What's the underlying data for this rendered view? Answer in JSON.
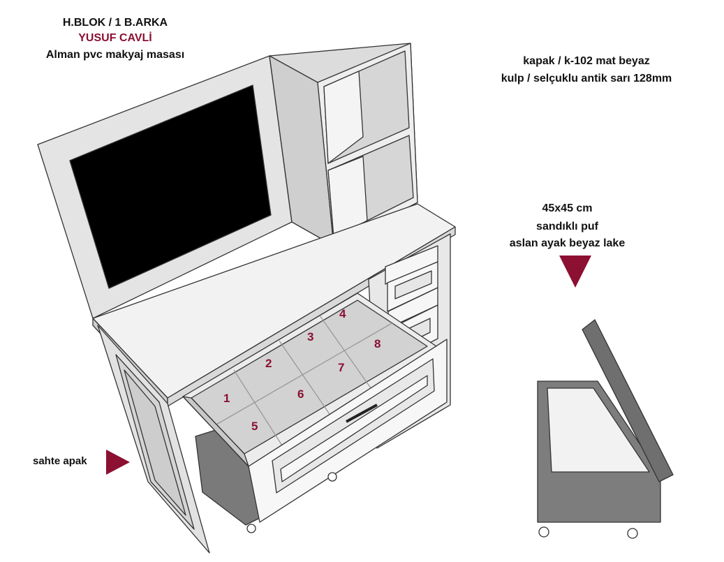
{
  "header": {
    "line1": "H.BLOK / 1 B.ARKA",
    "line2": "YUSUF CAVLİ",
    "line3": "Alman pvc makyaj masası"
  },
  "specs": {
    "line1": "kapak / k-102 mat beyaz",
    "line2": "kulp / selçuklu antik sarı 128mm"
  },
  "puf": {
    "line1": "45x45 cm",
    "line2": "sandıklı puf",
    "line3": "aslan ayak beyaz lake"
  },
  "fake_door_label": "sahte apak",
  "compartments": [
    "1",
    "2",
    "3",
    "4",
    "5",
    "6",
    "7",
    "8"
  ],
  "colors": {
    "accent": "#8b1032",
    "panel": "#e6e6e6",
    "panel_dark": "#cfcfcf",
    "mirror": "#000000",
    "puf": "#7a7a7a"
  }
}
